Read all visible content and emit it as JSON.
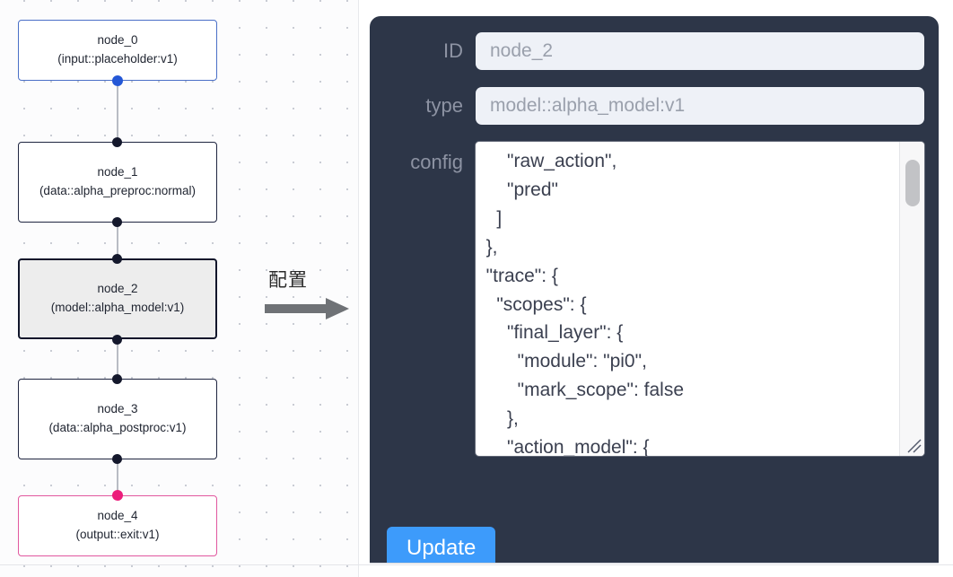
{
  "canvas": {
    "nodes": [
      {
        "name": "node_0",
        "type": "(input::placeholder:v1)",
        "state": "start"
      },
      {
        "name": "node_1",
        "type": "(data::alpha_preproc:normal)",
        "state": "default"
      },
      {
        "name": "node_2",
        "type": "(model::alpha_model:v1)",
        "state": "selected"
      },
      {
        "name": "node_3",
        "type": "(data::alpha_postproc:v1)",
        "state": "default"
      },
      {
        "name": "node_4",
        "type": "(output::exit:v1)",
        "state": "end"
      }
    ],
    "colors": {
      "start_border": "#4a6fc7",
      "end_border": "#e1589f",
      "selected_fill": "#ededed",
      "default_border": "#1f2540",
      "edge": "#b9bcc4",
      "handle": "#14182c",
      "handle_start": "#2457d6",
      "handle_end": "#ec1d7b"
    }
  },
  "arrow": {
    "label": "配置",
    "color": "#6f7276"
  },
  "panel": {
    "background": "#2d3648",
    "fields": [
      {
        "label": "ID",
        "value": "node_2"
      },
      {
        "label": "type",
        "value": "model::alpha_model:v1"
      }
    ],
    "config": {
      "label": "config",
      "value": "      \"raw_action\",\n      \"pred\"\n    ]\n  },\n  \"trace\": {\n    \"scopes\": {\n      \"final_layer\": {\n        \"module\": \"pi0\",\n        \"mark_scope\": false\n      },\n      \"action_model\": {"
    },
    "update_label": "Update",
    "update_color": "#3d9bfb"
  }
}
